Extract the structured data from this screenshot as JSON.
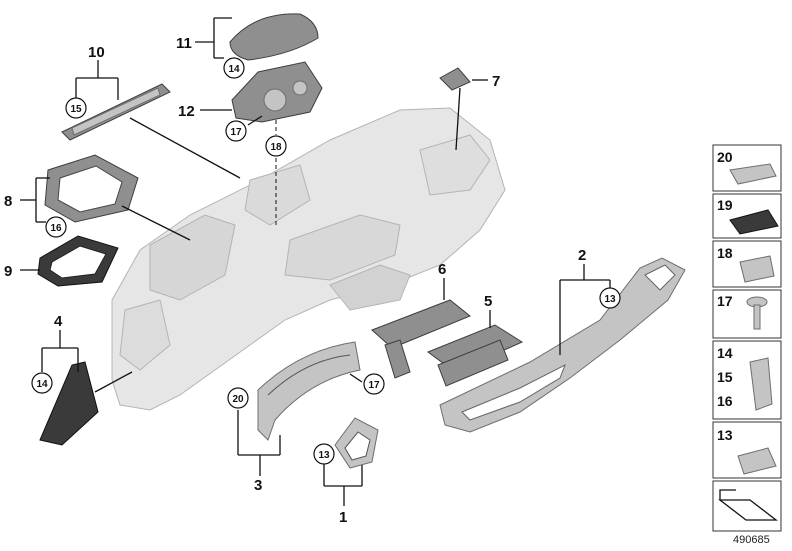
{
  "diagram_id": "490685",
  "callouts": {
    "c1": "1",
    "c2": "2",
    "c3": "3",
    "c4": "4",
    "c5": "5",
    "c6": "6",
    "c7": "7",
    "c8": "8",
    "c9": "9",
    "c10": "10",
    "c11": "11",
    "c12": "12"
  },
  "circled": {
    "r10_15": "15",
    "r11_14": "14",
    "r12_17": "17",
    "r_18": "18",
    "r8_16": "16",
    "r4_14": "14",
    "r2_13": "13",
    "r3_20": "20",
    "r_17b": "17",
    "r1_13": "13"
  },
  "parts_panel": {
    "p20": "20",
    "p19": "19",
    "p18": "18",
    "p17": "17",
    "p14": "14",
    "p15": "15",
    "p16": "16",
    "p13": "13"
  }
}
